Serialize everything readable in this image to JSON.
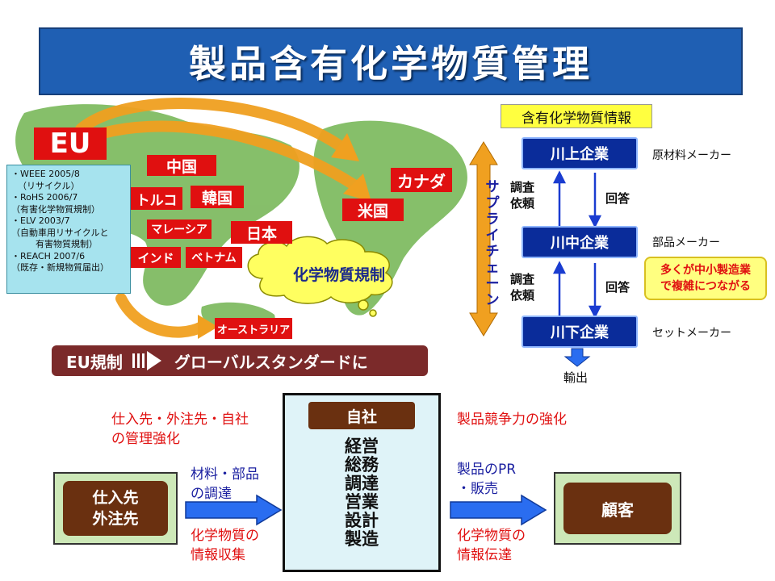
{
  "title": "製品含有化学物質管理",
  "world": {
    "eu": "EU",
    "eu_regulations": [
      "・WEEE 2005/8",
      "（リサイクル）",
      "・RoHS 2006/7",
      "（有害化学物質規制）",
      "・ELV 2003/7",
      "（自動車用リサイクルと",
      "有害物質規制）",
      "・REACH 2007/6",
      "（既存・新規物質届出）"
    ],
    "countries": [
      "中国",
      "トルコ",
      "韓国",
      "マレーシア",
      "日本",
      "インド",
      "ベトナム",
      "カナダ",
      "米国",
      "オーストラリア"
    ],
    "cloud": "化学物質規制",
    "banner_left": "EU規制",
    "banner_right": "グローバルスタンダードに"
  },
  "supply_chain": {
    "header": "含有化学物質情報",
    "vertical_label": "サプライチェーン",
    "tiers": [
      {
        "name": "川上企業",
        "role": "原材料メーカー"
      },
      {
        "name": "川中企業",
        "role": "部品メーカー"
      },
      {
        "name": "川下企業",
        "role": "セットメーカー"
      }
    ],
    "request": [
      "調査",
      "依頼"
    ],
    "answer": "回答",
    "callout": [
      "多くが中小製造業",
      "で複雑につながる"
    ],
    "export": "輸出"
  },
  "flow": {
    "supplier_note": [
      "仕入先・外注先・自社",
      "の管理強化"
    ],
    "competitive_note": "製品競争力の強化",
    "supplier": [
      "仕入先",
      "外注先"
    ],
    "left_arrow_top": [
      "材料・部品",
      "の調達"
    ],
    "left_arrow_bottom": [
      "化学物質の",
      "情報収集"
    ],
    "company_title": "自社",
    "departments": [
      "経営",
      "総務",
      "調達",
      "営業",
      "設計",
      "製造"
    ],
    "right_arrow_top": [
      "製品のPR",
      "・販売"
    ],
    "right_arrow_bottom": [
      "化学物質の",
      "情報伝達"
    ],
    "customer": "顧客"
  },
  "colors": {
    "title_bg": "#1f5fb3",
    "country_tag": "#e01010",
    "corp_box": "#0a2c9a",
    "brown_box": "#6a3010",
    "green_box": "#cde8b8",
    "arrow_blue": "#2a6df0",
    "arrow_orange": "#f0a020"
  }
}
